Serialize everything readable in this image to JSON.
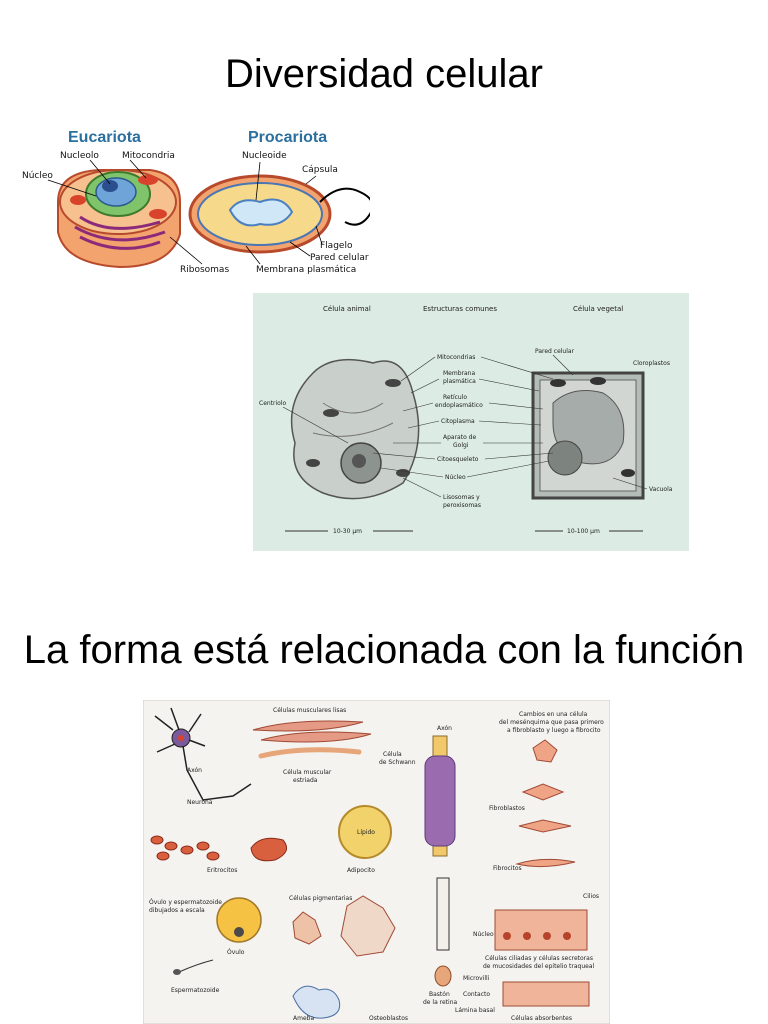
{
  "slide": {
    "title_top": "Diversidad celular",
    "title_bottom": "La forma está relacionada con la función"
  },
  "fig1": {
    "eukaryote_heading": "Eucariota",
    "prokaryote_heading": "Procariota",
    "labels": {
      "nucleolo": "Nucleolo",
      "mitocondria": "Mitocondria",
      "nucleo": "Núcleo",
      "ribosomas": "Ribosomas",
      "membrana": "Membrana plasmática",
      "nucleoide": "Nucleoide",
      "capsula": "Cápsula",
      "flagelo": "Flagelo",
      "pared": "Pared celular"
    }
  },
  "fig2": {
    "headers": {
      "animal": "Célula animal",
      "comunes": "Estructuras comunes",
      "vegetal": "Célula vegetal"
    },
    "labels": {
      "mitocondrias": "Mitocondrias",
      "membrana1": "Membrana",
      "membrana2": "plasmática",
      "reticulo1": "Retículo",
      "reticulo2": "endoplasmático",
      "citoplasma": "Citoplasma",
      "golgi1": "Aparato de",
      "golgi2": "Golgi",
      "citoesqueleto": "Citoesqueleto",
      "nucleo": "Núcleo",
      "lisosomas1": "Lisosomas y",
      "lisosomas2": "peroxisomas",
      "centriolo": "Centriolo",
      "pared": "Pared celular",
      "cloroplastos": "Cloroplastos",
      "vacuola": "Vacuola",
      "scale_animal": "10-30 µm",
      "scale_vegetal": "10-100 µm"
    }
  },
  "fig3": {
    "labels": {
      "musculares_lisas": "Células musculares lisas",
      "axon_neurona": "Axón",
      "neurona": "Neurona",
      "muscular1": "Célula muscular",
      "muscular2": "estriada",
      "axon_schwann": "Axón",
      "schwann1": "Célula",
      "schwann2": "de Schwann",
      "cambios1": "Cambios en una célula",
      "cambios2": "del mesénquima que pasa primero",
      "cambios3": "a fibroblasto y luego a fibrocito",
      "fibroblastos": "Fibroblastos",
      "fibrocitos": "Fibrocitos",
      "lipido": "Lípido",
      "adipocito": "Adipocito",
      "eritrocitos": "Eritrocitos",
      "ovulo_esp1": "Óvulo y espermatozoide",
      "ovulo_esp2": "dibujados a escala",
      "ovulo": "Óvulo",
      "espermatozoide": "Espermatozoide",
      "pigmentarias": "Células pigmentarias",
      "cilios": "Cilios",
      "nucleo": "Núcleo",
      "ciliadas1": "Células ciliadas y células secretoras",
      "ciliadas2": "de mucosidades del epitelio traqueal",
      "baston1": "Bastón",
      "baston2": "de la retina",
      "microvilli": "Microvilli",
      "contacto": "Contacto",
      "lamina": "Lámina basal",
      "ameba": "Ameba",
      "osteoblastos": "Osteoblastos",
      "absorbentes": "Células absorbentes"
    }
  }
}
